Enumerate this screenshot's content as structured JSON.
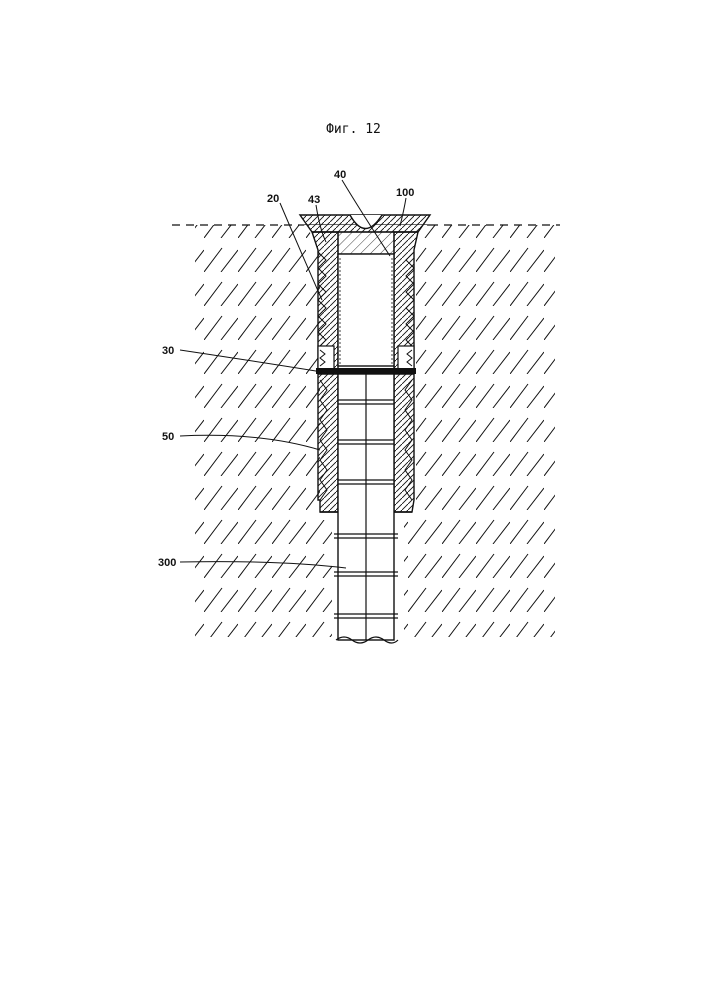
{
  "figure": {
    "caption": "Фиг. 12",
    "labels": {
      "label_40": "40",
      "label_100": "100",
      "label_20": "20",
      "label_43": "43",
      "label_30": "30",
      "label_50": "50",
      "label_300": "300"
    }
  },
  "colors": {
    "ink": "#111111",
    "paper": "#ffffff"
  }
}
